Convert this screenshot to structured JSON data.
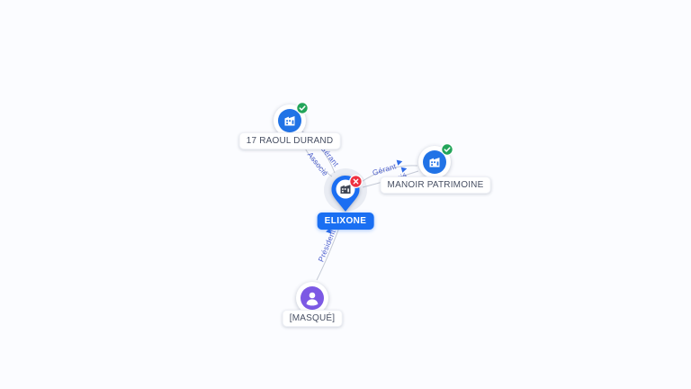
{
  "canvas": {
    "background": "#fbfcff"
  },
  "nodes": {
    "raoul": {
      "label": "17 RAOUL DURAND",
      "entity": "company",
      "badge": "check"
    },
    "elixone": {
      "label": "ELIXONE",
      "entity": "company",
      "badge": "cross",
      "selected": true
    },
    "manoir": {
      "label": "MANOIR PATRIMOINE",
      "entity": "company",
      "badge": "check"
    },
    "masque": {
      "label": "[MASQUÉ]",
      "entity": "person",
      "badge": "none"
    }
  },
  "edges": [
    {
      "from": "17 RAOUL DURAND",
      "to": "ELIXONE",
      "labels": [
        "Associé",
        "Gérant"
      ]
    },
    {
      "from": "ELIXONE",
      "to": "MANOIR PATRIMOINE",
      "labels": [
        "Gérant",
        "Associé"
      ]
    },
    {
      "from": "[MASQUÉ]",
      "to": "ELIXONE",
      "labels": [
        "Président"
      ]
    }
  ],
  "icons": {
    "company": "building-icon",
    "person": "person-icon",
    "active": "check-badge-icon",
    "ceased": "cross-badge-icon",
    "direction": "arrow-marker-icon"
  },
  "colors": {
    "background": "#fbfcff",
    "edge": "#c5cad6",
    "edge_label": "#5163ce",
    "arrow": "#2e6be8",
    "company_node": "#2173e6",
    "person_node": "#7c59e4",
    "active_badge": "#23a55a",
    "ceased_badge": "#ee3140",
    "selected_pin": "#1b6ef2",
    "selected_label_bg": "#1a6ff2",
    "label_text": "#474f63",
    "label_bg": "#ffffff"
  }
}
